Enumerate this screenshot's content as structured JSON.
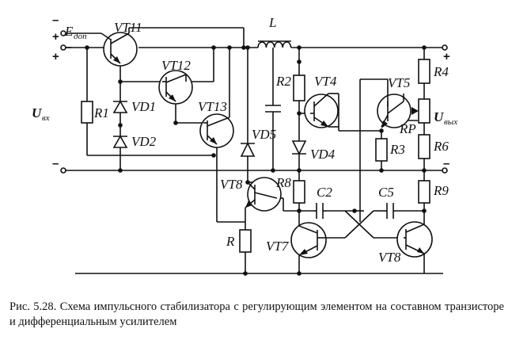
{
  "figure": {
    "caption": "Рис. 5.28. Схема импульсного стабилизатора с регулирующим элементом на составном транзисторе и дифференциальным усилителем"
  },
  "signs": {
    "minus": "–",
    "plus": "+"
  },
  "labels": {
    "E": "E",
    "E_sub": "доп",
    "Uin": "U",
    "Uin_sub": "вх",
    "Uout": "U",
    "Uout_sub": "вых",
    "L": "L",
    "VT11": "VT11",
    "VT12": "VT12",
    "VT13": "VT13",
    "VT4": "VT4",
    "VT5": "VT5",
    "VT7": "VT7",
    "VT8a": "VT8",
    "VT8b": "VT8",
    "VD1": "VD1",
    "VD2": "VD2",
    "VD4": "VD4",
    "VD5": "VD5",
    "R1": "R1",
    "R2": "R2",
    "R3": "R3",
    "R4": "R4",
    "R6": "R6",
    "R8": "R8",
    "R9": "R9",
    "R": "R",
    "RP": "RP",
    "C2": "C2",
    "C5": "C5"
  }
}
